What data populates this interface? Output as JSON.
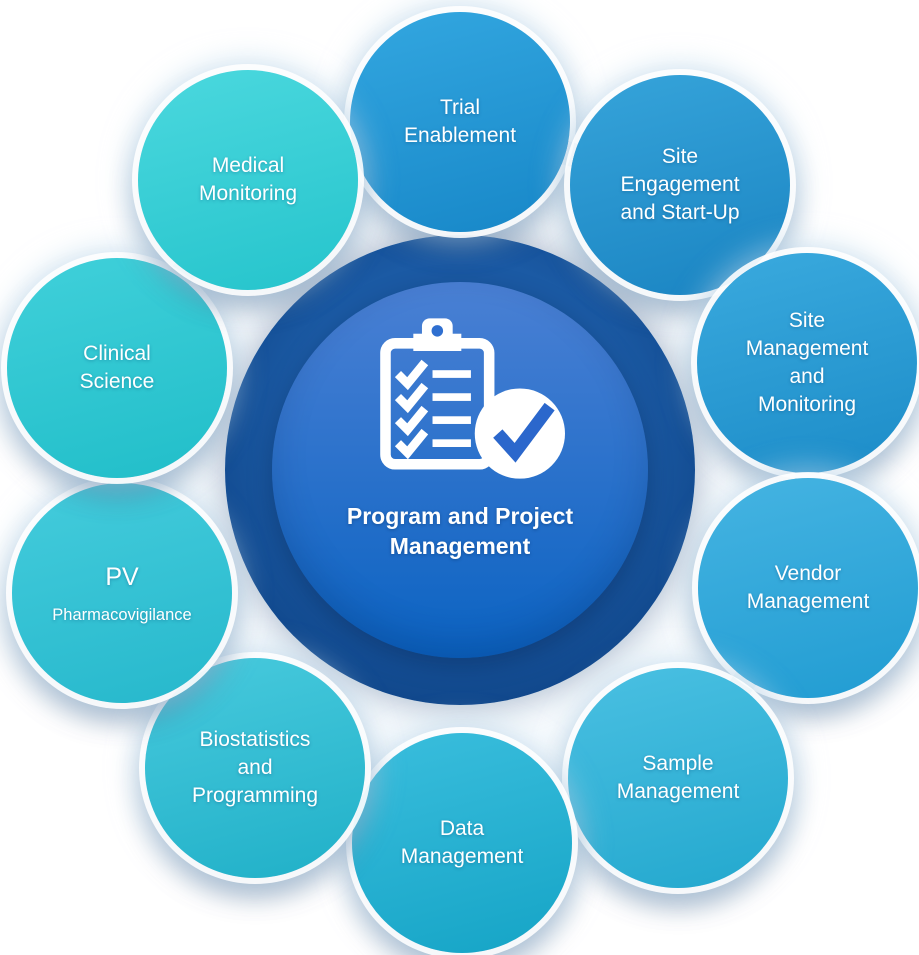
{
  "center": {
    "label": "Program and Project\nManagement",
    "icons": [
      "clipboard-checklist-icon",
      "check-badge-icon"
    ],
    "gradient": [
      "#4a80d4",
      "#0b63c2"
    ],
    "ring_colors": [
      "#1b5aa4",
      "#0f4588"
    ],
    "badge_check_color": "#2b67cc",
    "text_color": "#ffffff"
  },
  "nodes": [
    {
      "label": "Trial\nEnablement",
      "gradient": [
        "#33a7e0",
        "#1787c8"
      ]
    },
    {
      "label": "Site\nEngagement\nand Start-Up",
      "gradient": [
        "#36a4da",
        "#1a84c2"
      ]
    },
    {
      "label": "Site\nManagement\nand\nMonitoring",
      "gradient": [
        "#3aaade",
        "#1c8cc8"
      ]
    },
    {
      "label": "Vendor\nManagement",
      "gradient": [
        "#45b4e2",
        "#219cd2"
      ]
    },
    {
      "label": "Sample\nManagement",
      "gradient": [
        "#4ac0e2",
        "#23a8ce"
      ]
    },
    {
      "label": "Data\nManagement",
      "gradient": [
        "#3abedd",
        "#15a4c6"
      ]
    },
    {
      "label": "Biostatistics\nand\nProgramming",
      "gradient": [
        "#48cadd",
        "#20b0c8"
      ]
    },
    {
      "label": "PV",
      "sublabel": "Pharmacovigilance",
      "gradient": [
        "#44ccdc",
        "#26b8cc"
      ]
    },
    {
      "label": "Clinical\nScience",
      "gradient": [
        "#40d0da",
        "#21bec9"
      ]
    },
    {
      "label": "Medical\nMonitoring",
      "gradient": [
        "#4bd8de",
        "#25c4cc"
      ]
    }
  ],
  "connectors": [
    {
      "from": "Medical Monitoring",
      "to": "Trial Enablement",
      "color": "#14a0c0"
    },
    {
      "from": "Trial Enablement",
      "to": "Site Engagement and Start-Up",
      "color": "#1a84c4"
    },
    {
      "from": "Site Engagement and Start-Up",
      "to": "Site Management and Monitoring",
      "color": "#1b86c6"
    },
    {
      "from": "Site Management and Monitoring",
      "to": "Vendor Management",
      "color": "#1e92cc"
    },
    {
      "from": "Vendor Management",
      "to": "Sample Management",
      "color": "#1e9eca"
    },
    {
      "from": "Sample Management",
      "to": "Data Management",
      "color": "#16a4c2"
    },
    {
      "from": "Data Management",
      "to": "Biostatistics and Programming",
      "color": "#13aac4"
    },
    {
      "from": "Biostatistics and Programming",
      "to": "PV Pharmacovigilance",
      "color": "#18b2c8"
    },
    {
      "from": "PV Pharmacovigilance",
      "to": "Clinical Science",
      "color": "#1abaca"
    },
    {
      "from": "Clinical Science",
      "to": "Medical Monitoring",
      "color": "#1cc0cc"
    }
  ]
}
